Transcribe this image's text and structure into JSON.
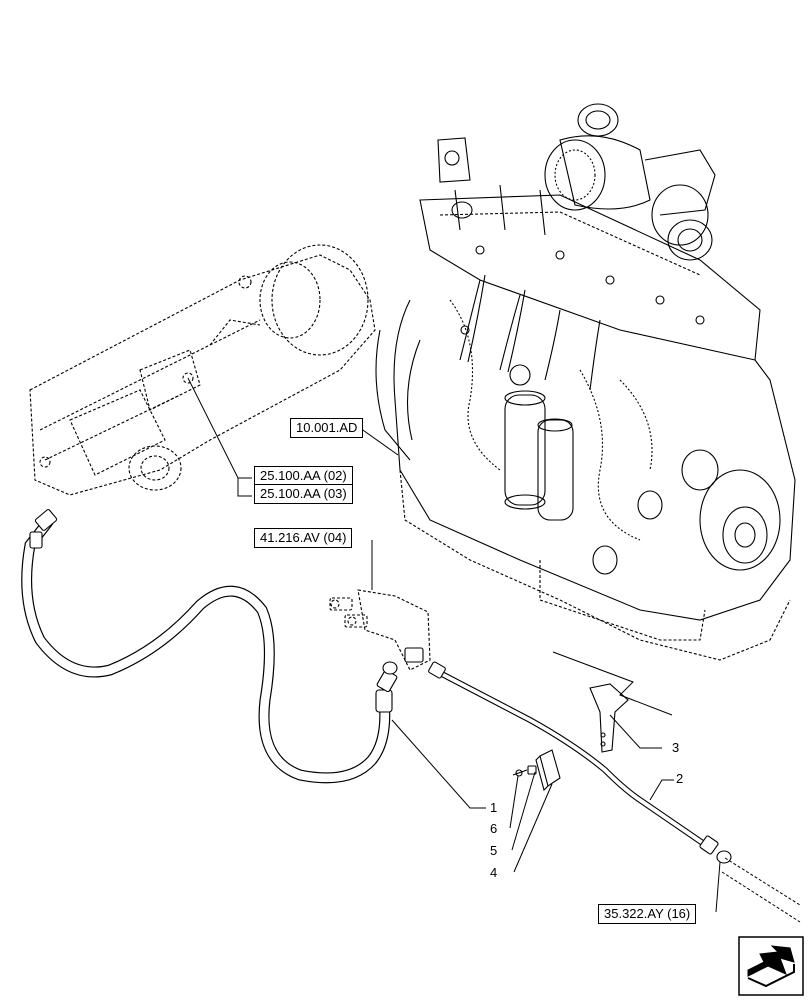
{
  "references": {
    "engine_ref": "10.001.AD",
    "axle_ref_a": "25.100.AA (02)",
    "axle_ref_b": "25.100.AA (03)",
    "bracket_ref": "41.216.AV (04)",
    "valve_ref": "35.322.AY (16)"
  },
  "callouts": {
    "item_1": "1",
    "item_2": "2",
    "item_3": "3",
    "item_4": "4",
    "item_5": "5",
    "item_6": "6"
  },
  "icons": {
    "navigation": "next-page-arrow-icon"
  }
}
